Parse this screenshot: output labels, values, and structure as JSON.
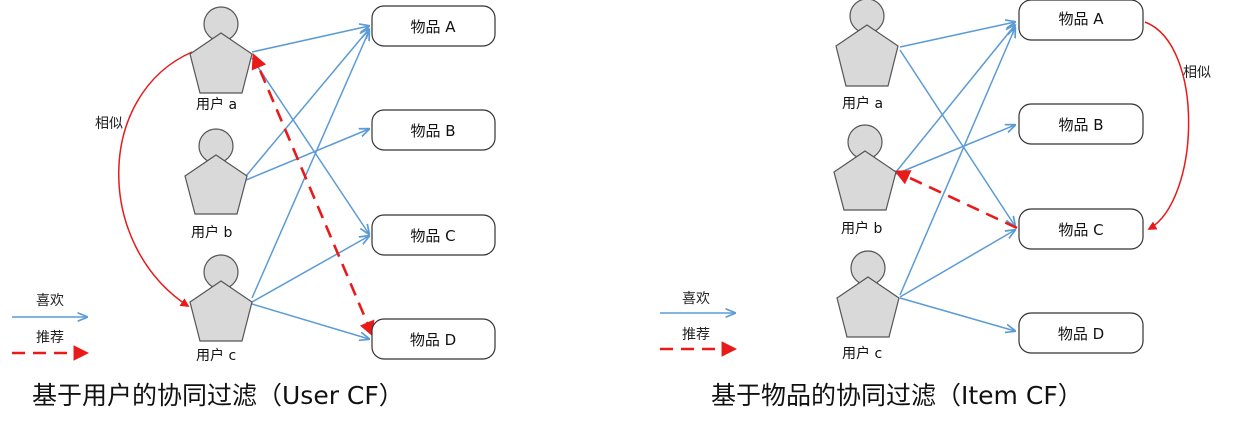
{
  "colors": {
    "like_arrow": "#5b9bd5",
    "recommend_arrow": "#e81a1a",
    "similar_arrow": "#e81a1a",
    "user_fill": "#d9d9d9",
    "user_stroke": "#555555",
    "box_stroke": "#333333"
  },
  "icons": {
    "user": "user-icon"
  },
  "legend": {
    "like": "喜欢",
    "recommend": "推荐"
  },
  "user_cf": {
    "caption": "基于用户的协同过滤（User CF）",
    "similar_label": "相似",
    "users": [
      "用户 a",
      "用户 b",
      "用户 c"
    ],
    "items": [
      "物品 A",
      "物品 B",
      "物品 C",
      "物品 D"
    ]
  },
  "item_cf": {
    "caption": "基于物品的协同过滤（Item CF）",
    "similar_label": "相似",
    "users": [
      "用户 a",
      "用户 b",
      "用户 c"
    ],
    "items": [
      "物品 A",
      "物品 B",
      "物品 C",
      "物品 D"
    ]
  }
}
